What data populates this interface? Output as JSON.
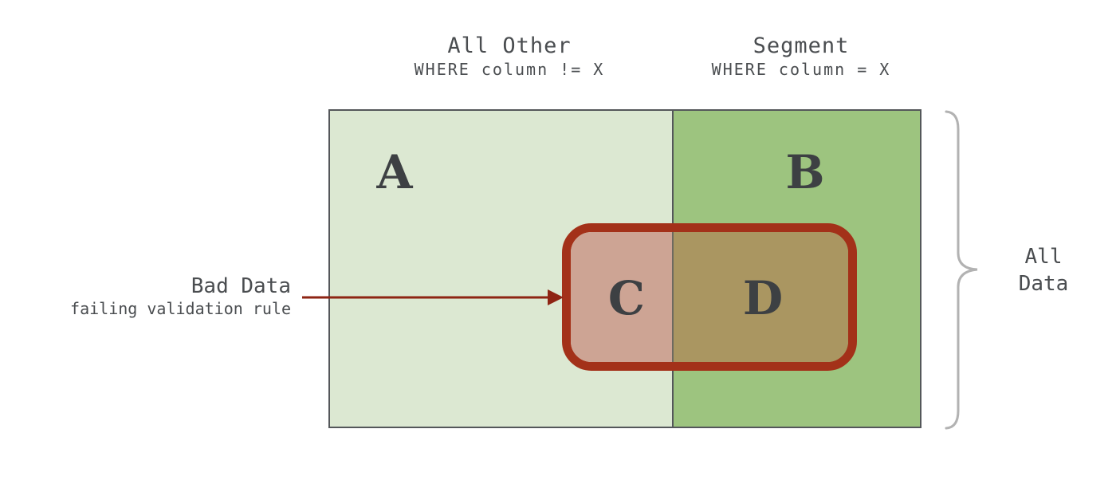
{
  "diagram": {
    "left_column": {
      "title": "All Other",
      "subtitle": "WHERE column != X",
      "region_label": "A"
    },
    "right_column": {
      "title": "Segment",
      "subtitle": "WHERE column = X",
      "region_label": "B"
    },
    "overlay": {
      "left_region_label": "C",
      "right_region_label": "D"
    },
    "annotation": {
      "title": "Bad Data",
      "subtitle": "failing validation rule"
    },
    "brace_label": {
      "line1": "All",
      "line2": "Data"
    },
    "colors": {
      "left_fill": "#dce8d2",
      "right_fill": "#9dc47f",
      "overlay_left_fill": "#cda494",
      "overlay_right_fill": "#aa9661",
      "overlay_border": "#a33119",
      "arrow": "#8e2413",
      "outline": "#54575a",
      "inner_divider": "#6e6a60",
      "letter": "#3d4043",
      "text": "#4a4d50",
      "brace": "#b2b2b2",
      "background": "#ffffff"
    }
  }
}
